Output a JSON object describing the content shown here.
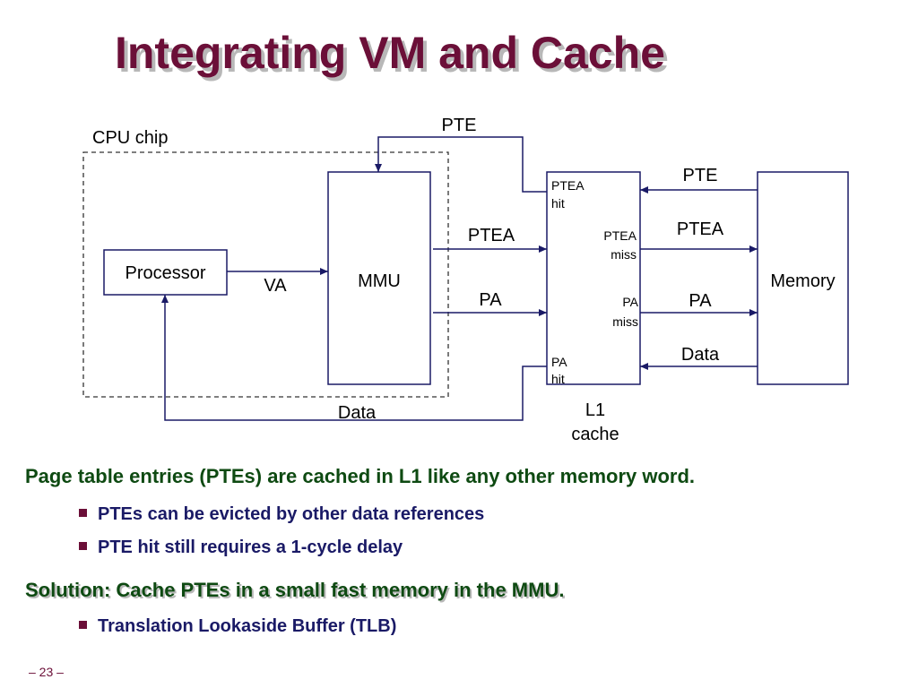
{
  "slide": {
    "title": "Integrating VM and Cache",
    "page_number": "– 23 –"
  },
  "diagram": {
    "chip_label": "CPU chip",
    "processor": "Processor",
    "mmu": "MMU",
    "memory": "Memory",
    "cache_label_line1": "L1",
    "cache_label_line2": "cache",
    "va": "VA",
    "ptea_to_cache": "PTEA",
    "pa_to_cache": "PA",
    "pte_to_mmu": "PTE",
    "data_to_processor": "Data",
    "pte_from_memory": "PTE",
    "ptea_to_memory": "PTEA",
    "pa_to_memory": "PA",
    "data_from_memory": "Data",
    "ptea_hit_line1": "PTEA",
    "ptea_hit_line2": "hit",
    "ptea_miss_line1": "PTEA",
    "ptea_miss_line2": "miss",
    "pa_miss_line1": "PA",
    "pa_miss_line2": "miss",
    "pa_hit_line1": "PA",
    "pa_hit_line2": "hit"
  },
  "points": [
    {
      "text": "Page table entries (PTEs) are cached in L1 like any other memory word.",
      "bullets": [
        "PTEs can be evicted by other data references",
        "PTE hit still requires a 1-cycle delay"
      ]
    },
    {
      "text": "Solution: Cache PTEs in a small fast memory in the MMU.",
      "bullets": [
        "Translation Lookaside Buffer (TLB)"
      ]
    }
  ],
  "colors": {
    "title": "#6b0f38",
    "title_shadow": "#b8b8b8",
    "point_text": "#0e4a12",
    "bullet_text": "#1a1a66",
    "bullet_marker": "#6b0f38",
    "diagram_line": "#1a1a66"
  },
  "icons": {
    "bullet": "square-bullet-icon"
  }
}
